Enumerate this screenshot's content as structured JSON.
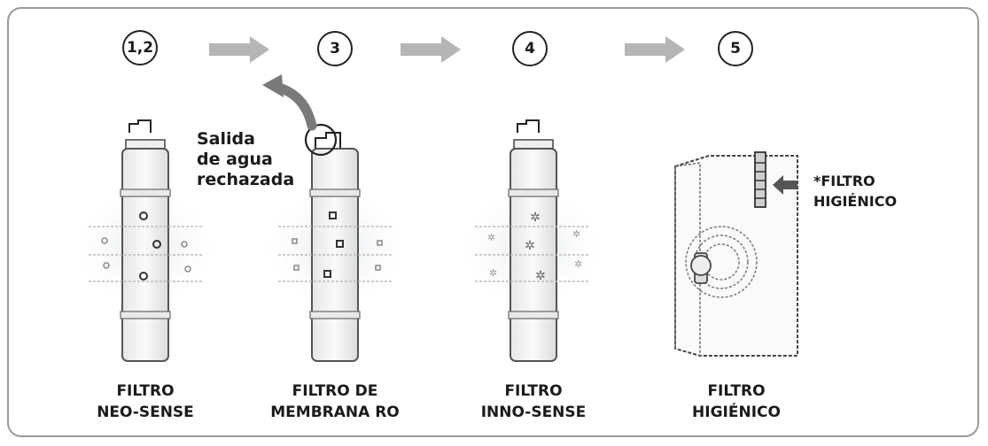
{
  "steps": [
    {
      "badge": "1,2",
      "label_line1": "FILTRO",
      "label_line2": "NEO-SENSE"
    },
    {
      "badge": "3",
      "label_line1": "FILTRO DE",
      "label_line2": "MEMBRANA RO"
    },
    {
      "badge": "4",
      "label_line1": "FILTRO",
      "label_line2": "INNO-SENSE"
    },
    {
      "badge": "5",
      "label_line1": "FILTRO",
      "label_line2": "HIGIÉNICO"
    }
  ],
  "reject_callout": {
    "line1": "Salida",
    "line2": "de agua",
    "line3": "rechazada"
  },
  "hygienic_note": {
    "line1": "*FILTRO",
    "line2": "HIGIÉNICO"
  },
  "colors": {
    "arrow": "#b5b5b5",
    "outline": "#222222",
    "frame": "#9a9a9a"
  },
  "icons": [
    "flow-arrow-icon",
    "curved-arrow-icon",
    "pointer-arrow-icon"
  ]
}
